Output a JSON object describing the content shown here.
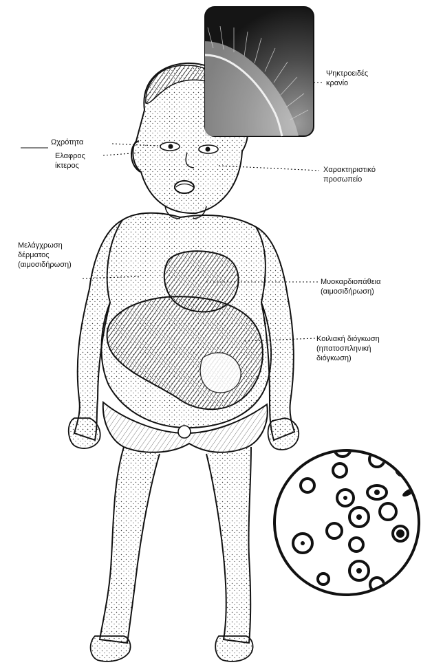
{
  "labels": {
    "skull": [
      "Ψηκτροειδές",
      "κρανίο"
    ],
    "pallor": [
      "Ωχρότητα"
    ],
    "jaundice": [
      "Ελαφρος",
      "ίκτερος"
    ],
    "face": [
      "Χαρακτηριστικό",
      "προσωπείο"
    ],
    "skin": [
      "Μελάγχρωση",
      "δέρματος",
      "(αιμοσιδήρωση)"
    ],
    "heart": [
      "Μυοκαρδιοπάθεια",
      "(αιμοσιδήρωση)"
    ],
    "abdomen": [
      "Κοιλιακή διόγκωση",
      "(ηπατοσπληνική",
      "διόγκωση)"
    ]
  },
  "colors": {
    "ink": "#111111",
    "paper": "#ffffff",
    "xray_dark": "#151515"
  }
}
